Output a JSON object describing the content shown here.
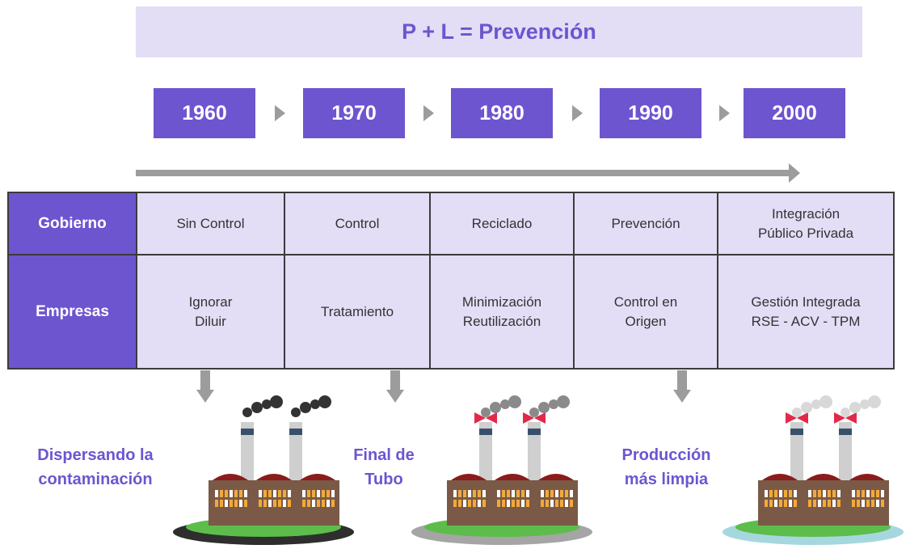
{
  "banner": {
    "title": "P + L = Prevención"
  },
  "timeline": {
    "years": [
      "1960",
      "1970",
      "1980",
      "1990",
      "2000"
    ]
  },
  "matrix": {
    "rows": [
      {
        "header": "Gobierno",
        "cells": [
          "Sin Control",
          "Control",
          "Reciclado",
          "Prevención",
          "Integración\nPúblico Privada"
        ]
      },
      {
        "header": "Empresas",
        "cells": [
          "Ignorar\nDiluir",
          "Tratamiento",
          "Minimización\nReutilización",
          "Control en\nOrigen",
          "Gestión Integrada\nRSE - ACV - TPM"
        ]
      }
    ]
  },
  "stages": [
    {
      "label": "Dispersando la\ncontaminación",
      "smoke_color": "#333333",
      "ground_color": "#2e2e2e",
      "valves": false
    },
    {
      "label": "Final de\nTubo",
      "smoke_color": "#8a8a8a",
      "ground_color": "#a5a5a5",
      "valves": true
    },
    {
      "label": "Producción\nmás limpia",
      "smoke_color": "#d8d8d8",
      "ground_color": "#a6d7df",
      "valves": true
    }
  ],
  "colors": {
    "accent": "#6d55cf",
    "light_accent": "#e3ddf6",
    "gray": "#9c9c9c",
    "building": "#7a5a46",
    "roof": "#8b1c1c",
    "window": "#f2a93b",
    "valve": "#e3294a",
    "grass": "#5cbd4b"
  }
}
